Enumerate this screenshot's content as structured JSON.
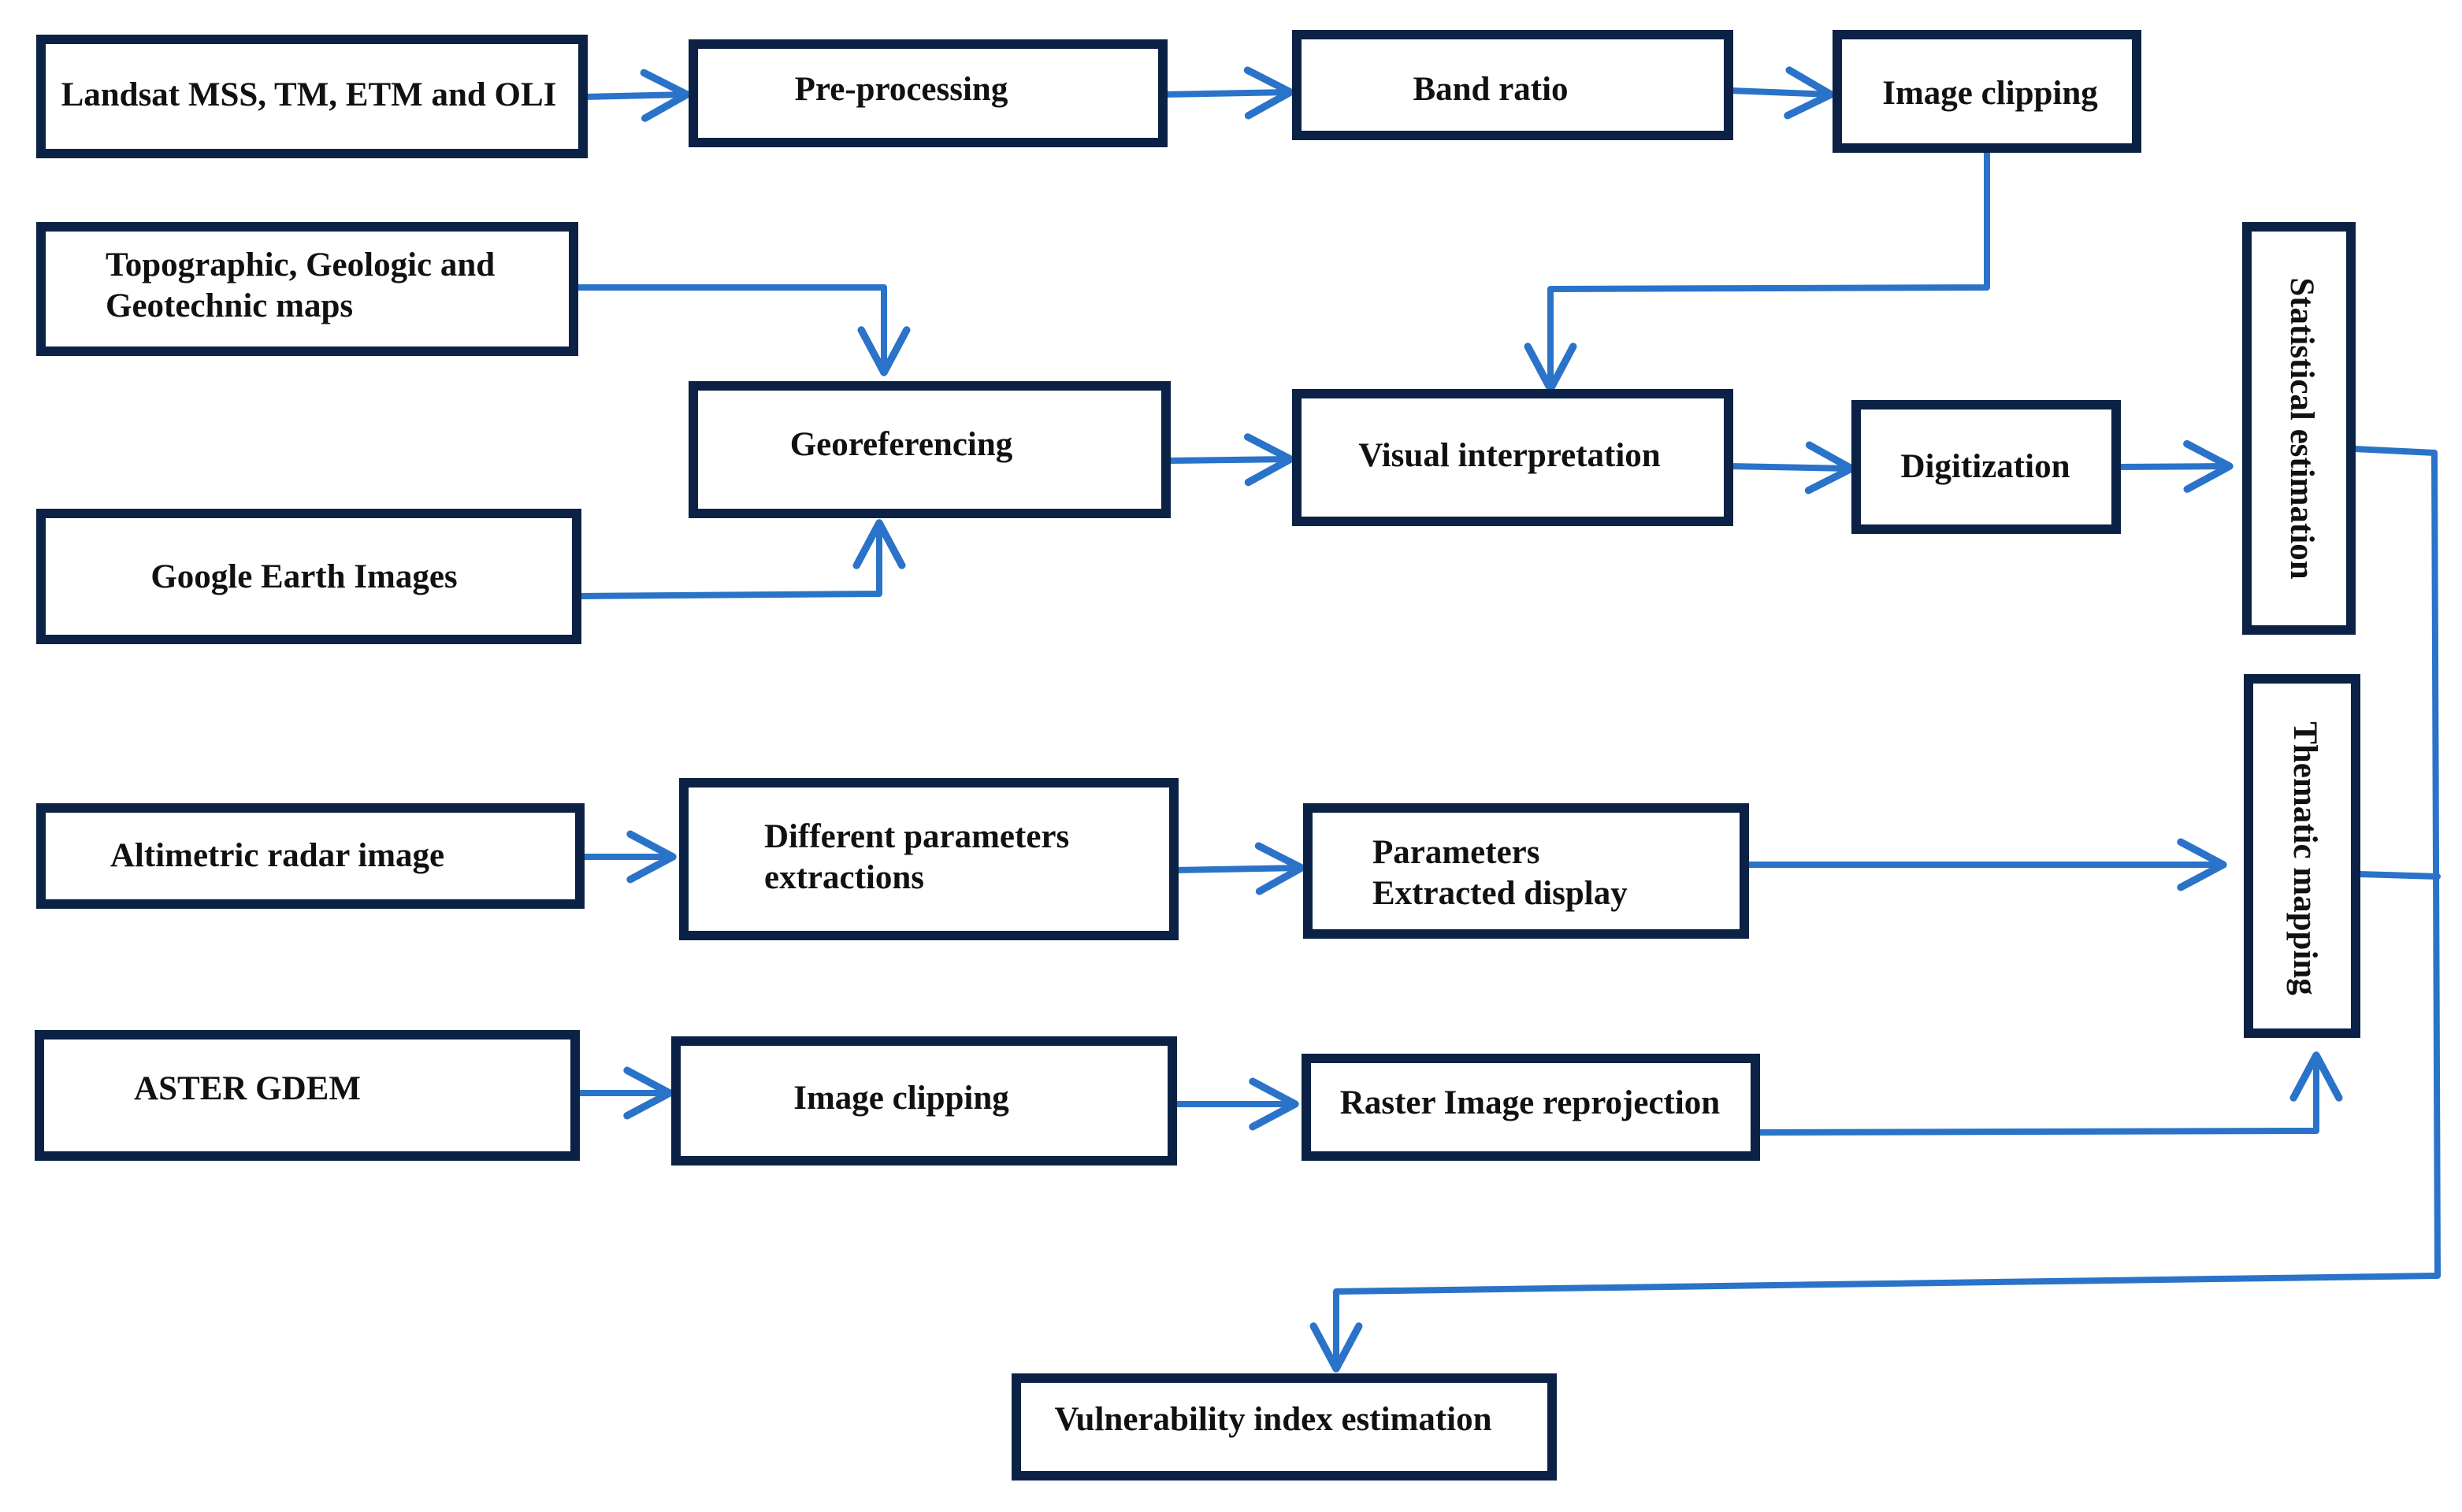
{
  "colors": {
    "box_border": "#0b2145",
    "arrow": "#2a73c9",
    "text": "#111111",
    "background": "#ffffff"
  },
  "nodes": {
    "landsat": "Landsat MSS, TM, ETM and OLI",
    "preprocessing": "Pre-processing",
    "band_ratio": "Band ratio",
    "image_clipping_top": "Image clipping",
    "topo_maps": [
      "Topographic, Geologic and",
      "Geotechnic maps"
    ],
    "georeferencing": "Georeferencing",
    "google_earth": "Google Earth Images",
    "visual_interpretation": "Visual interpretation",
    "digitization": "Digitization",
    "statistical_estimation": "Statistical estimation",
    "thematic_mapping": "Thematic mapping",
    "altimetric": "Altimetric radar image",
    "different_params": [
      "Different parameters",
      "extractions"
    ],
    "params_display": [
      "Parameters",
      "Extracted display"
    ],
    "aster": "ASTER GDEM",
    "image_clipping_bottom": "Image clipping",
    "raster_reprojection": "Raster Image reprojection",
    "vulnerability": "Vulnerability index estimation"
  }
}
